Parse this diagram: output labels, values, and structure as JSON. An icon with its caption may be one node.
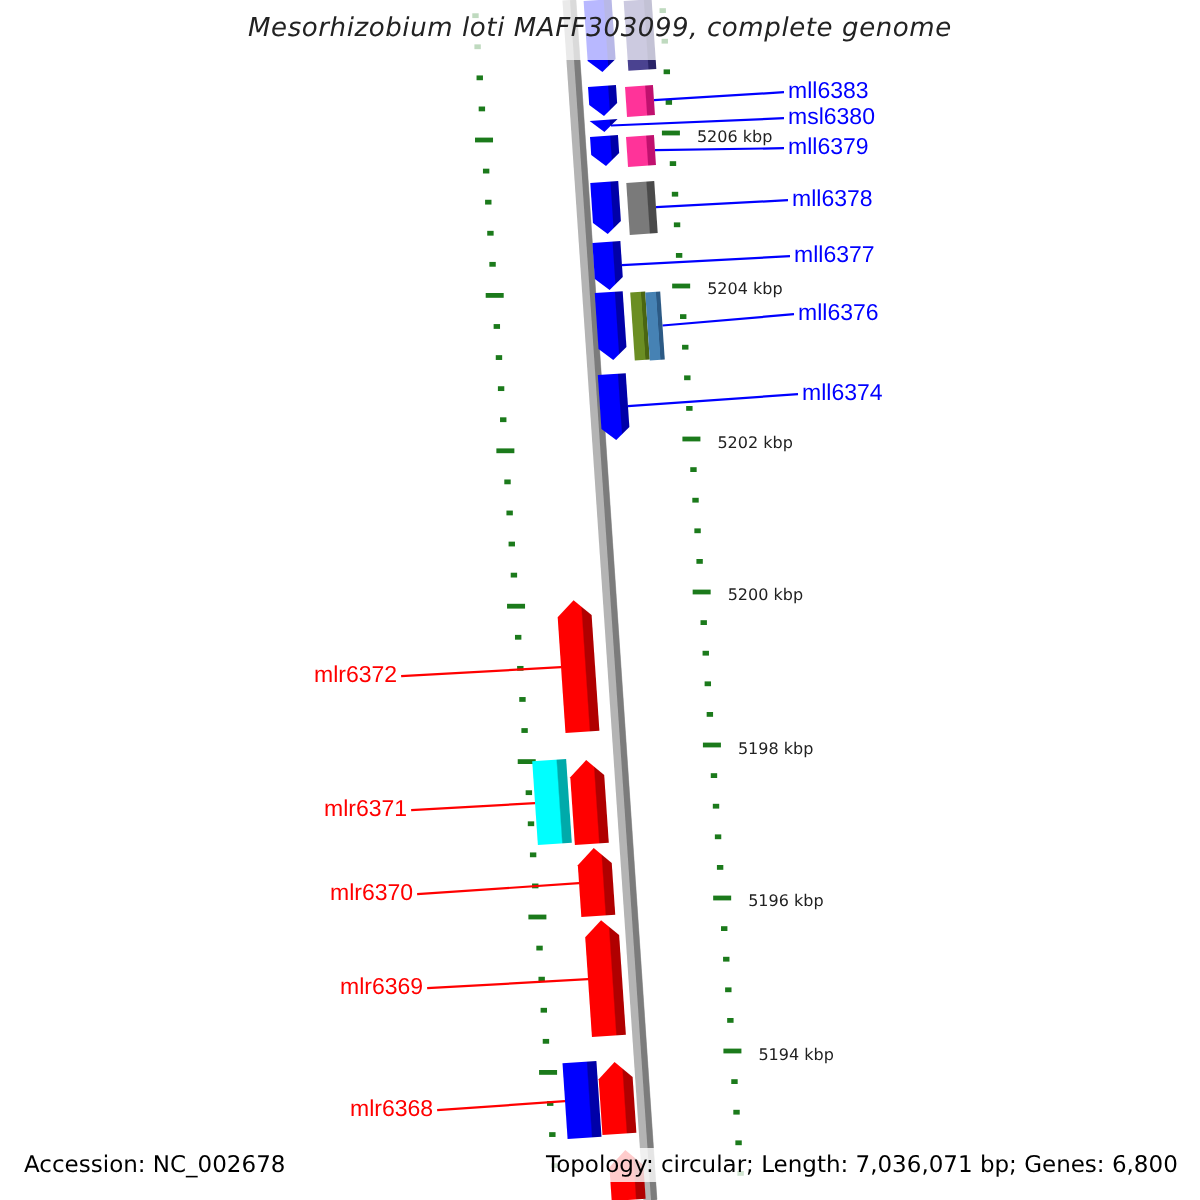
{
  "diagram": {
    "title": "Mesorhizobium loti MAFF303099, complete genome",
    "nodes": [
      {
        "text": [],
        "shape": "pentagon"
      },
      {
        "text": [],
        "shape": "box"
      },
      {
        "text": [],
        "shape": "pentagon"
      },
      {
        "text": [],
        "shape": "box"
      },
      {
        "text": [
          "mll6383"
        ]
      },
      {
        "text": [],
        "shape": "pentagon"
      },
      {
        "text": [
          "msl6380"
        ]
      },
      {
        "text": [],
        "shape": "pentagon"
      },
      {
        "text": [],
        "shape": "box"
      },
      {
        "text": [
          "mll6379"
        ]
      },
      {
        "text": [],
        "shape": "pentagon"
      },
      {
        "text": [],
        "shape": "box"
      },
      {
        "text": [
          "mll6378"
        ]
      },
      {
        "text": [],
        "shape": "pentagon"
      },
      {
        "text": [
          "mll6377"
        ]
      },
      {
        "text": [],
        "shape": "pentagon"
      },
      {
        "text": [],
        "shape": "box"
      },
      {
        "text": [],
        "shape": "box"
      },
      {
        "text": [
          "mll6376"
        ]
      },
      {
        "text": [],
        "shape": "pentagon"
      },
      {
        "text": [
          "mll6374"
        ]
      },
      {
        "text": [
          "mlr6372"
        ]
      },
      {
        "text": [],
        "shape": "pentagon"
      },
      {
        "text": [
          "mlr6371"
        ]
      },
      {
        "text": [],
        "shape": "box"
      },
      {
        "text": [],
        "shape": "pentagon"
      },
      {
        "text": [
          "mlr6370"
        ]
      },
      {
        "text": [],
        "shape": "pentagon"
      },
      {
        "text": [
          "mlr6369"
        ]
      },
      {
        "text": [],
        "shape": "pentagon"
      },
      {
        "text": [
          "mlr6368"
        ]
      },
      {
        "text": [],
        "shape": "box"
      },
      {
        "text": [],
        "shape": "pentagon"
      },
      {
        "text": [],
        "shape": "pentagon"
      }
    ],
    "edges": [
      {
        "from": 4,
        "to": 3,
        "arrow": "none"
      },
      {
        "from": 6,
        "to": 5,
        "arrow": "none"
      },
      {
        "from": 9,
        "to": 8,
        "arrow": "none"
      },
      {
        "from": 12,
        "to": 11,
        "arrow": "none"
      },
      {
        "from": 14,
        "to": 13,
        "arrow": "none"
      },
      {
        "from": 18,
        "to": 17,
        "arrow": "none"
      },
      {
        "from": 20,
        "to": 19,
        "arrow": "none"
      },
      {
        "from": 21,
        "to": 22,
        "arrow": "none",
        "color": "#ff0000"
      },
      {
        "from": 23,
        "to": 24,
        "arrow": "none",
        "color": "#ff0000"
      },
      {
        "from": 26,
        "to": 27,
        "arrow": "none",
        "color": "#ff0000"
      },
      {
        "from": 28,
        "to": 29,
        "arrow": "none",
        "color": "#ff0000"
      },
      {
        "from": 30,
        "to": 31,
        "arrow": "none",
        "color": "#ff0000"
      }
    ],
    "labels": [
      "5206 kbp",
      "5204 kbp",
      "5202 kbp",
      "5200 kbp",
      "5198 kbp",
      "5196 kbp",
      "5194 kbp",
      "Accession: NC_002678",
      "Topology: circular; Length: 7,036,071 bp; Genes: 6,800"
    ]
  }
}
